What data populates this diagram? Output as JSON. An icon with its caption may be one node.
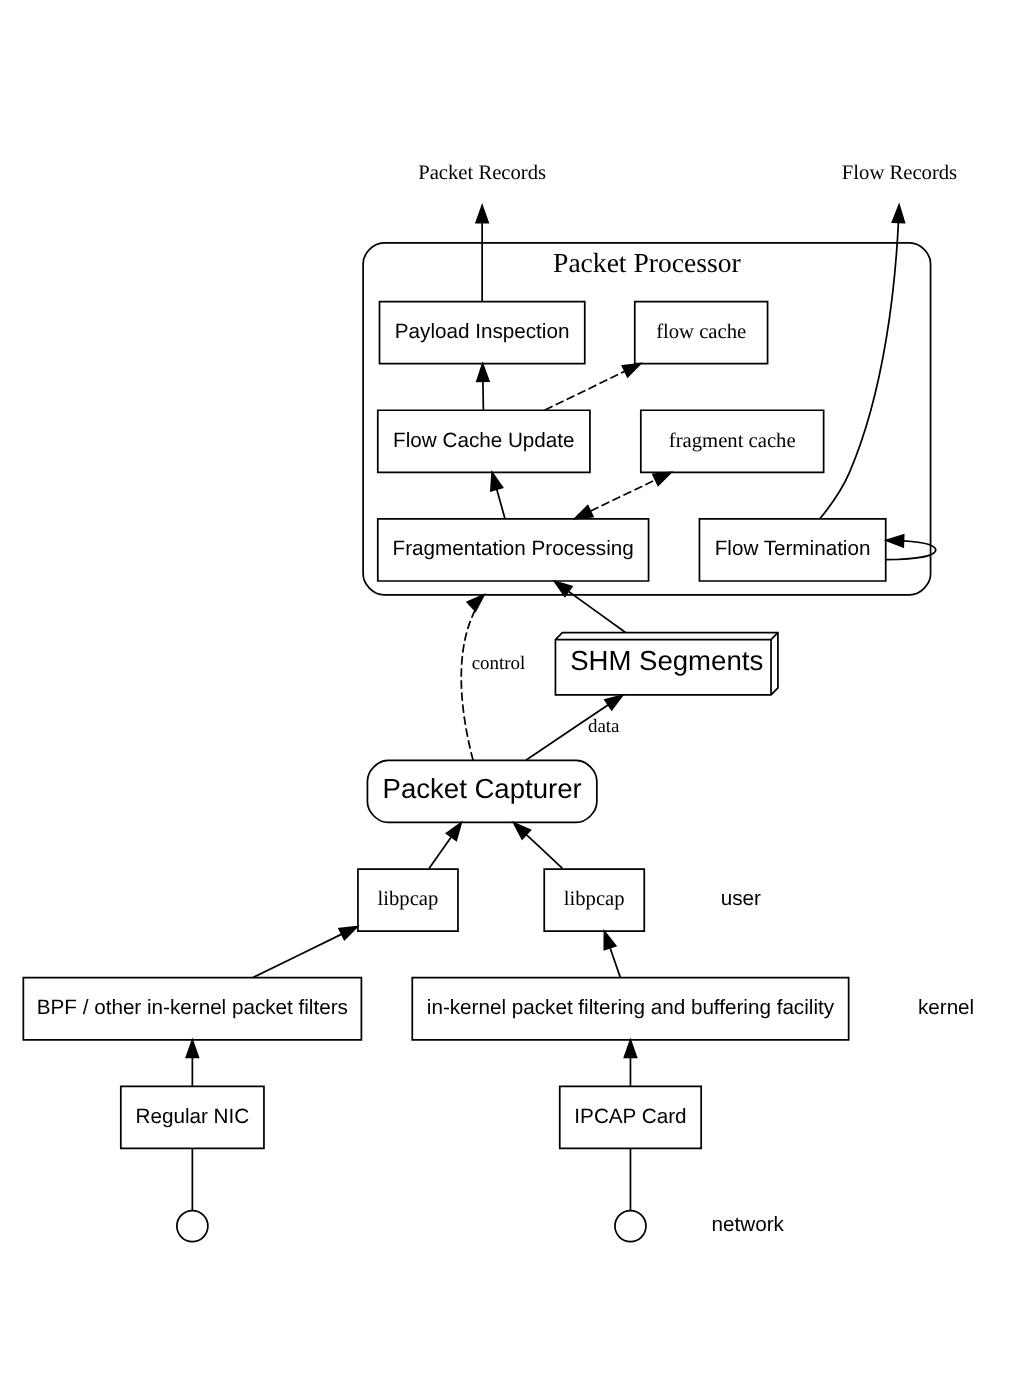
{
  "diagram": {
    "nodes": [
      {
        "text": [
          "Packet Processor"
        ]
      },
      {
        "text": [
          "Flow Termination"
        ],
        "in": 0
      },
      {
        "text": [
          "Payload Inspection"
        ],
        "in": 0
      },
      {
        "text": [
          "Flow Cache Update"
        ],
        "in": 0
      },
      {
        "text": [
          "flow cache"
        ],
        "in": 0
      },
      {
        "text": [
          "Fragmentation Processing"
        ],
        "in": 0
      },
      {
        "text": [
          "fragment cache"
        ],
        "in": 0
      },
      {
        "text": [
          "SHM Segments"
        ]
      },
      {
        "text": [
          "Packet Capturer"
        ]
      },
      {
        "text": [
          "libpcap"
        ]
      },
      {
        "text": [
          "libpcap"
        ]
      },
      {
        "text": [
          "BPF / other in-kernel packet filters"
        ]
      },
      {
        "text": [
          "in-kernel packet filtering and buffering facility"
        ]
      },
      {
        "text": [
          "Regular NIC"
        ]
      },
      {
        "text": [
          "IPCAP Card"
        ]
      },
      {
        "text": [
          "Packet Records"
        ]
      },
      {
        "text": [
          "Flow Records"
        ]
      },
      {
        "text": [],
        "shape": "circle"
      },
      {
        "text": [],
        "shape": "circle"
      }
    ],
    "edges": [
      {
        "from": 2,
        "to": 15,
        "arrow": "to"
      },
      {
        "from": 1,
        "to": 16,
        "arrow": "to"
      },
      {
        "from": 1,
        "to": 1,
        "arrow": "to"
      },
      {
        "from": 3,
        "to": 2,
        "arrow": "to"
      },
      {
        "from": 3,
        "to": 4,
        "arrow": "to",
        "style": "dashed"
      },
      {
        "from": 5,
        "to": 3,
        "arrow": "to"
      },
      {
        "from": 5,
        "to": 6,
        "arrow": "both",
        "style": "dashed"
      },
      {
        "from": 7,
        "to": 5,
        "arrow": "to"
      },
      {
        "from": 8,
        "to": 7,
        "arrow": "to",
        "label": "data"
      },
      {
        "from": 8,
        "to": 0,
        "arrow": "to",
        "label": "control",
        "style": "dashed"
      },
      {
        "from": 9,
        "to": 8,
        "arrow": "to"
      },
      {
        "from": 10,
        "to": 8,
        "arrow": "to"
      },
      {
        "from": 11,
        "to": 9,
        "arrow": "to"
      },
      {
        "from": 12,
        "to": 10,
        "arrow": "to"
      },
      {
        "from": 13,
        "to": 11,
        "arrow": "to"
      },
      {
        "from": 14,
        "to": 12,
        "arrow": "to"
      },
      {
        "from": 17,
        "to": 13,
        "arrow": "none"
      },
      {
        "from": 18,
        "to": 14,
        "arrow": "none"
      }
    ],
    "labels": [
      "user",
      "kernel",
      "network"
    ]
  }
}
